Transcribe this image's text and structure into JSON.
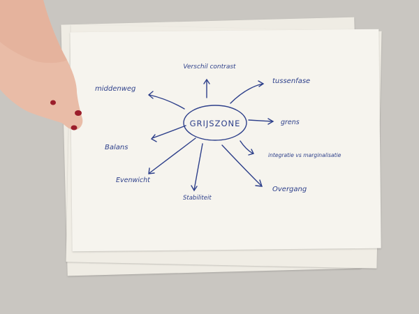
{
  "mindmap": {
    "center": "GRIJSZONE",
    "branches": [
      "Verschil contrast",
      "tussenfase",
      "grens",
      "integratie vs marginalisatie",
      "Overgang",
      "Stabiliteit",
      "Evenwicht",
      "Balans",
      "middenweg"
    ]
  },
  "colors": {
    "ink": "#2d3f8a",
    "paper": "#f6f4ee",
    "table": "#c9c6c1",
    "skin": "#e8b9a3",
    "nail": "#9b1e2b"
  }
}
